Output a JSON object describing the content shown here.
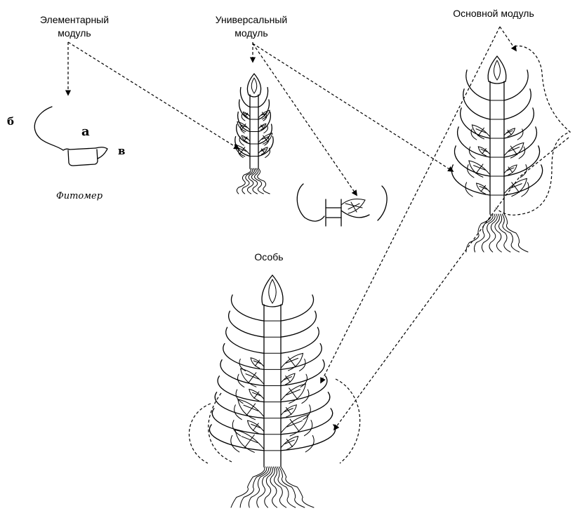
{
  "labels": {
    "elementary_module": [
      "Элементарный",
      "модуль"
    ],
    "universal_module": [
      "Универсальный",
      "модуль"
    ],
    "basic_module": "Основной модуль",
    "individual": "Особь",
    "phytomer": "Фитомер",
    "letter_a": "а",
    "letter_b": "б",
    "letter_v": "в"
  },
  "colors": {
    "ink": "#000000",
    "background": "#ffffff"
  }
}
